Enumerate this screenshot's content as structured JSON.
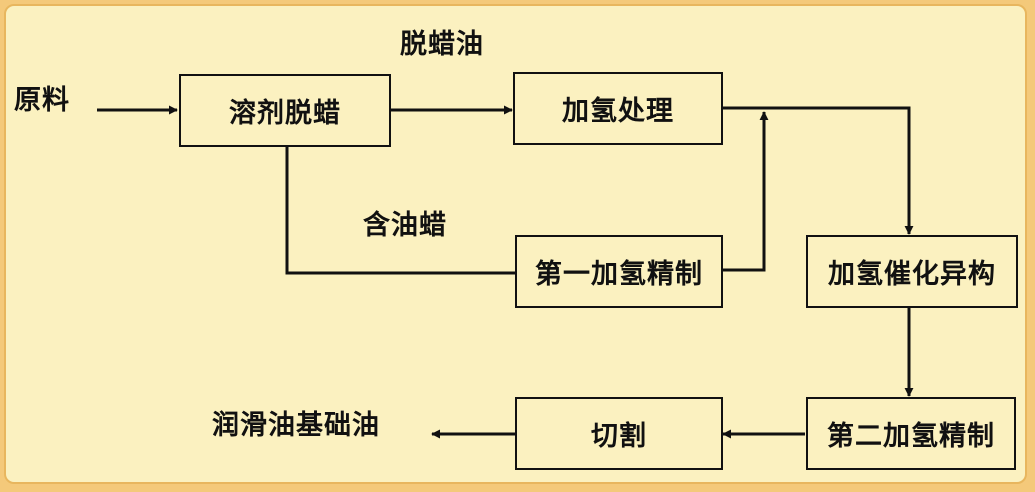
{
  "diagram": {
    "input_label": "原料",
    "output_label": "润滑油基础油",
    "edge_labels": {
      "dewaxed_oil": "脱蜡油",
      "oily_wax": "含油蜡"
    },
    "nodes": {
      "solvent_dewaxing": "溶剂脱蜡",
      "hydrotreating": "加氢处理",
      "first_hydrofinishing": "第一加氢精制",
      "hydroisomerization": "加氢催化异构",
      "second_hydrofinishing": "第二加氢精制",
      "cutting": "切割"
    },
    "line_color": "#111111",
    "background_color": "#fbf1c0",
    "border_color": "#e8b65e"
  }
}
